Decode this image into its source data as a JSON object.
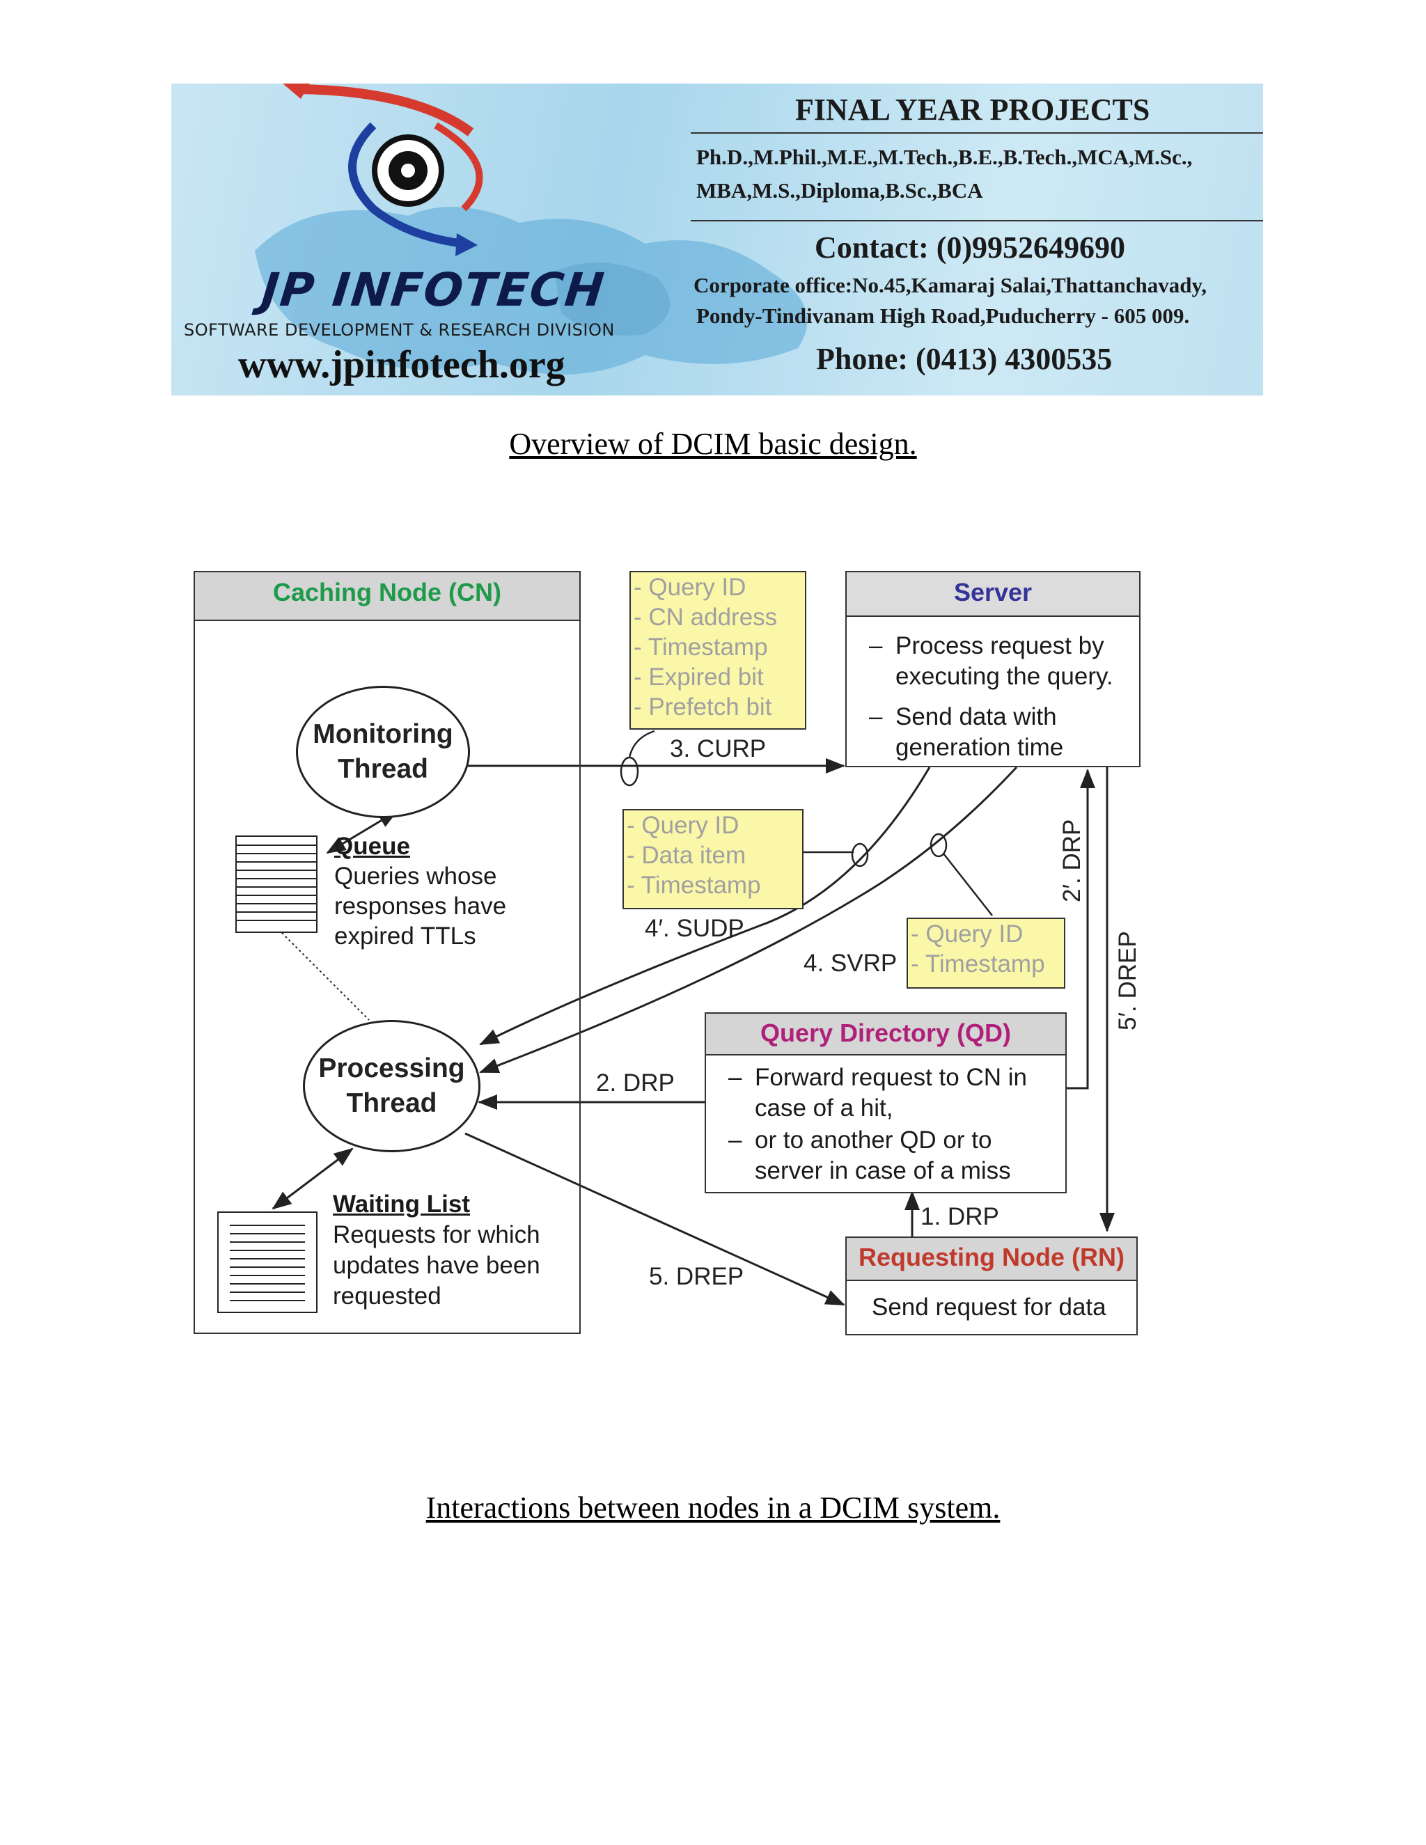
{
  "banner": {
    "brand": "JP INFOTECH",
    "division": "SOFTWARE DEVELOPMENT & RESEARCH DIVISION",
    "website": "www.jpinfotech.org",
    "title": "FINAL YEAR PROJECTS",
    "degrees_line1": "Ph.D.,M.Phil.,M.E.,M.Tech.,B.E.,B.Tech.,MCA,M.Sc.,",
    "degrees_line2": "MBA,M.S.,Diploma,B.Sc.,BCA",
    "contact": "Contact: (0)9952649690",
    "address_line1": "Corporate office:No.45,Kamaraj Salai,Thattanchavady,",
    "address_line2": "Pondy-Tindivanam High Road,Puducherry - 605 009.",
    "phone": "Phone: (0413) 4300535"
  },
  "caption_top": "Overview of DCIM basic design.",
  "caption_bottom": "Interactions between nodes in a DCIM system.",
  "diagram": {
    "cn": {
      "title": "Caching Node (CN)",
      "monitoring": [
        "Monitoring",
        "Thread"
      ],
      "processing": [
        "Processing",
        "Thread"
      ],
      "queue_title": "Queue",
      "queue_desc": [
        "Queries whose",
        "responses have",
        "expired TTLs"
      ],
      "waiting_title": "Waiting List",
      "waiting_desc": [
        "Requests for which",
        "updates have been",
        "requested"
      ]
    },
    "server": {
      "title": "Server",
      "item1": [
        "Process request by",
        "executing the query."
      ],
      "item2": [
        "Send data with",
        "generation  time"
      ]
    },
    "qd": {
      "title": "Query Directory (QD)",
      "item1": [
        "Forward request to CN in",
        "case of a hit,"
      ],
      "item2": [
        "or to another QD or to",
        "server in case of a miss"
      ]
    },
    "rn": {
      "title": "Requesting Node (RN)",
      "desc": "Send request for data"
    },
    "curp_fields": [
      "- Query ID",
      "- CN address",
      "- Timestamp",
      "- Expired bit",
      "- Prefetch bit"
    ],
    "sudp_fields": [
      "- Query ID",
      "- Data item",
      "- Timestamp"
    ],
    "svrp_fields": [
      "- Query ID",
      "- Timestamp"
    ],
    "labels": {
      "curp": "3. CURP",
      "sudp": "4′. SUDP",
      "svrp": "4. SVRP",
      "drp2": "2. DRP",
      "drp1": "1. DRP",
      "drep5": "5. DREP",
      "drp2p": "2′. DRP",
      "drep5p": "5′. DREP"
    },
    "colors": {
      "cn_title": "#1f9a4a",
      "server_title": "#333399",
      "qd_title": "#b0207a",
      "rn_title": "#c0392b",
      "field_box": "#fbf7a8"
    }
  }
}
